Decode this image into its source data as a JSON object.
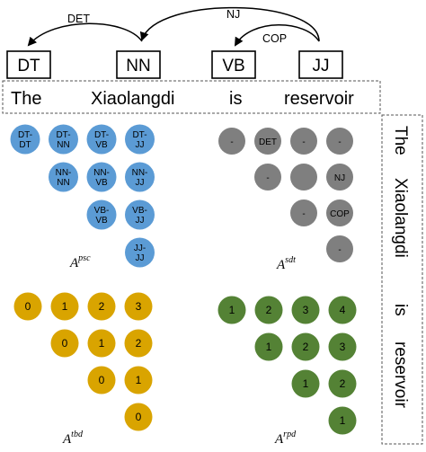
{
  "tags": [
    "DT",
    "NN",
    "VB",
    "JJ"
  ],
  "words": [
    "The",
    "Xiaolangdi",
    "is",
    "reservoir"
  ],
  "arcs": [
    {
      "label": "DET"
    },
    {
      "label": "NJ"
    },
    {
      "label": "COP"
    }
  ],
  "matrices": {
    "psc": {
      "label": "A",
      "sup": "psc",
      "rows": [
        [
          "DT-\nDT",
          "DT-\nNN",
          "DT-\nVB",
          "DT-\nJJ"
        ],
        [
          "",
          "NN-\nNN",
          "NN-\nVB",
          "NN-\nJJ"
        ],
        [
          "",
          "",
          "VB-\nVB",
          "VB-\nJJ"
        ],
        [
          "",
          "",
          "",
          "JJ-\nJJ"
        ]
      ]
    },
    "sdt": {
      "label": "A",
      "sup": "sdt",
      "rows": [
        [
          "-",
          "DET",
          "-",
          "-"
        ],
        [
          "",
          "-",
          "",
          "NJ"
        ],
        [
          "",
          "",
          "-",
          "COP"
        ],
        [
          "",
          "",
          "",
          "-"
        ]
      ]
    },
    "tbd": {
      "label": "A",
      "sup": "tbd",
      "rows": [
        [
          "0",
          "1",
          "2",
          "3"
        ],
        [
          "",
          "0",
          "1",
          "2"
        ],
        [
          "",
          "",
          "0",
          "1"
        ],
        [
          "",
          "",
          "",
          "0"
        ]
      ]
    },
    "rpd": {
      "label": "A",
      "sup": "rpd",
      "rows": [
        [
          "1",
          "2",
          "3",
          "4"
        ],
        [
          "",
          "1",
          "2",
          "3"
        ],
        [
          "",
          "",
          "1",
          "2"
        ],
        [
          "",
          "",
          "",
          "1"
        ]
      ]
    }
  },
  "colors": {
    "psc": "#5b9bd5",
    "sdt": "#7f7f7f",
    "tbd": "#d9a400",
    "rpd": "#548235",
    "sdt_blank": "#7f7f7f"
  }
}
